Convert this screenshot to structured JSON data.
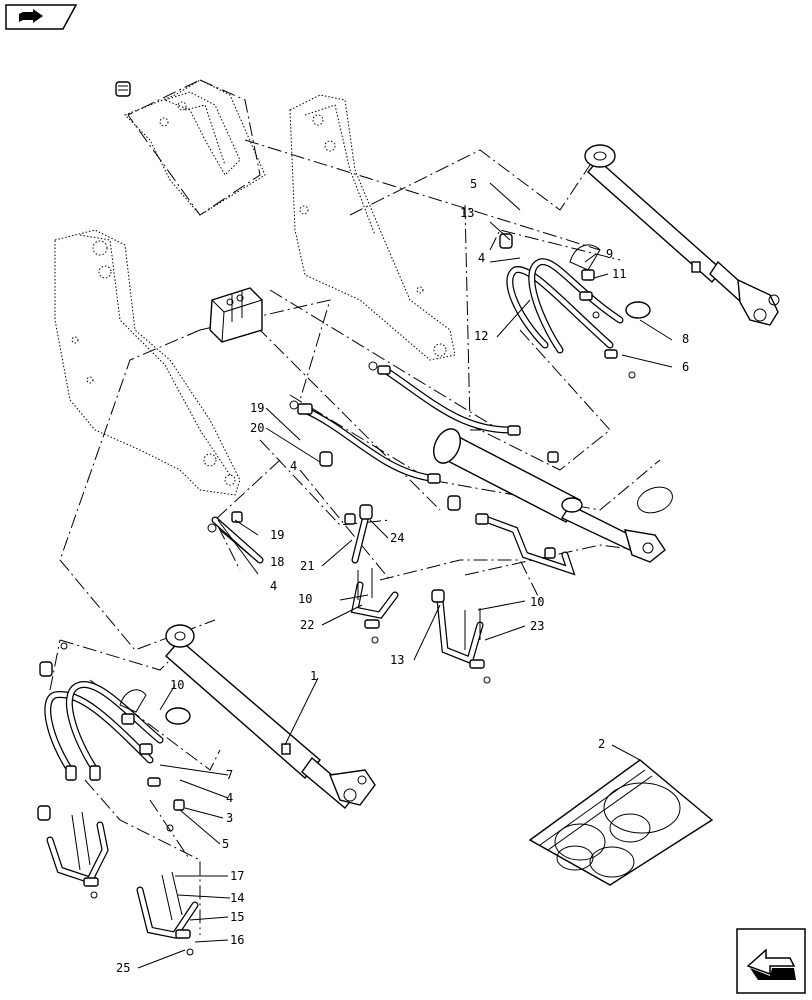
{
  "nav": {
    "book_icon": "book-arrow-icon",
    "next_icon": "next-page-arrow-icon"
  },
  "callouts": [
    {
      "id": "c1",
      "label": "1"
    },
    {
      "id": "c2",
      "label": "2"
    },
    {
      "id": "c3",
      "label": "3"
    },
    {
      "id": "c4a",
      "label": "4"
    },
    {
      "id": "c4b",
      "label": "4"
    },
    {
      "id": "c4c",
      "label": "4"
    },
    {
      "id": "c4d",
      "label": "4"
    },
    {
      "id": "c5a",
      "label": "5"
    },
    {
      "id": "c5b",
      "label": "5"
    },
    {
      "id": "c6",
      "label": "6"
    },
    {
      "id": "c7",
      "label": "7"
    },
    {
      "id": "c8",
      "label": "8"
    },
    {
      "id": "c9",
      "label": "9"
    },
    {
      "id": "c10a",
      "label": "10"
    },
    {
      "id": "c10b",
      "label": "10"
    },
    {
      "id": "c10c",
      "label": "10"
    },
    {
      "id": "c11",
      "label": "11"
    },
    {
      "id": "c12",
      "label": "12"
    },
    {
      "id": "c13a",
      "label": "13"
    },
    {
      "id": "c13b",
      "label": "13"
    },
    {
      "id": "c14",
      "label": "14"
    },
    {
      "id": "c15",
      "label": "15"
    },
    {
      "id": "c16",
      "label": "16"
    },
    {
      "id": "c17",
      "label": "17"
    },
    {
      "id": "c18",
      "label": "18"
    },
    {
      "id": "c19a",
      "label": "19"
    },
    {
      "id": "c19b",
      "label": "19"
    },
    {
      "id": "c20",
      "label": "20"
    },
    {
      "id": "c21",
      "label": "21"
    },
    {
      "id": "c22",
      "label": "22"
    },
    {
      "id": "c23",
      "label": "23"
    },
    {
      "id": "c24",
      "label": "24"
    },
    {
      "id": "c25",
      "label": "25"
    }
  ]
}
